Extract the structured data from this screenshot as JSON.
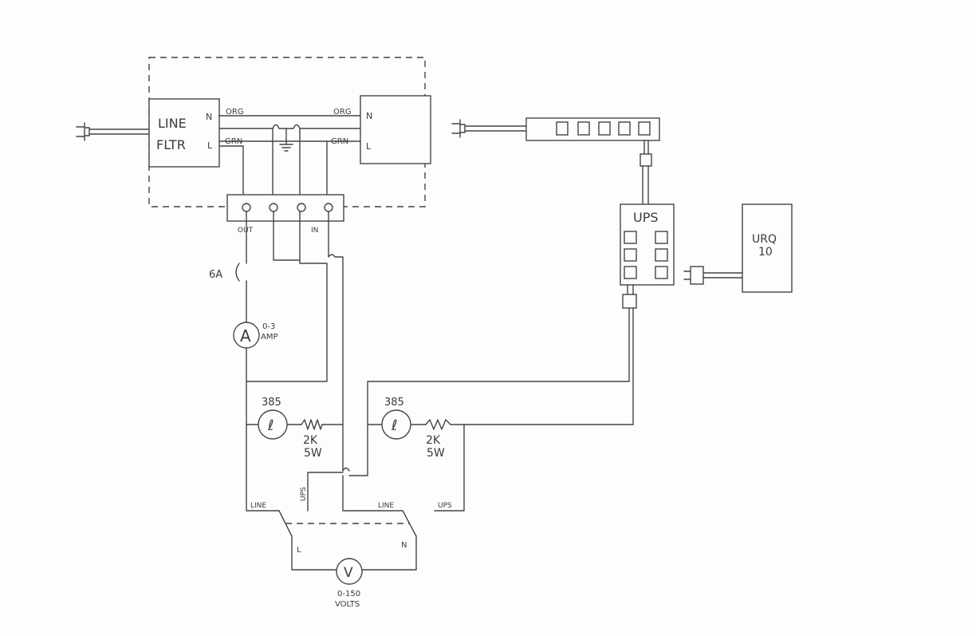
{
  "labels": {
    "line_filter_l1": "LINE",
    "line_filter_l2": "FLTR",
    "lf_n": "N",
    "lf_l": "L",
    "wire_org_left": "ORG",
    "wire_grn_left": "GRN",
    "wire_org_right": "ORG",
    "wire_grn_right": "GRN",
    "box2_n": "N",
    "box2_l": "L",
    "tb_out": "OUT",
    "tb_in": "IN",
    "fuse": "6A",
    "ammeter_symbol": "A",
    "ammeter_range_1": "0-3",
    "ammeter_range_2": "AMP",
    "lamp1": "385",
    "lamp1_symbol": "ℓ",
    "res1_1": "2K",
    "res1_2": "5W",
    "lamp2": "385",
    "lamp2_symbol": "ℓ",
    "res2_1": "2K",
    "res2_2": "5W",
    "ups_vertical": "UPS",
    "sw_line_left": "LINE",
    "sw_line_right": "LINE",
    "sw_ups_right": "UPS",
    "sw_l": "L",
    "sw_n": "N",
    "voltmeter_symbol": "V",
    "voltmeter_range_1": "0-150",
    "voltmeter_range_2": "VOLTS",
    "ups_title": "UPS",
    "urq_1": "URQ",
    "urq_2": "10"
  }
}
